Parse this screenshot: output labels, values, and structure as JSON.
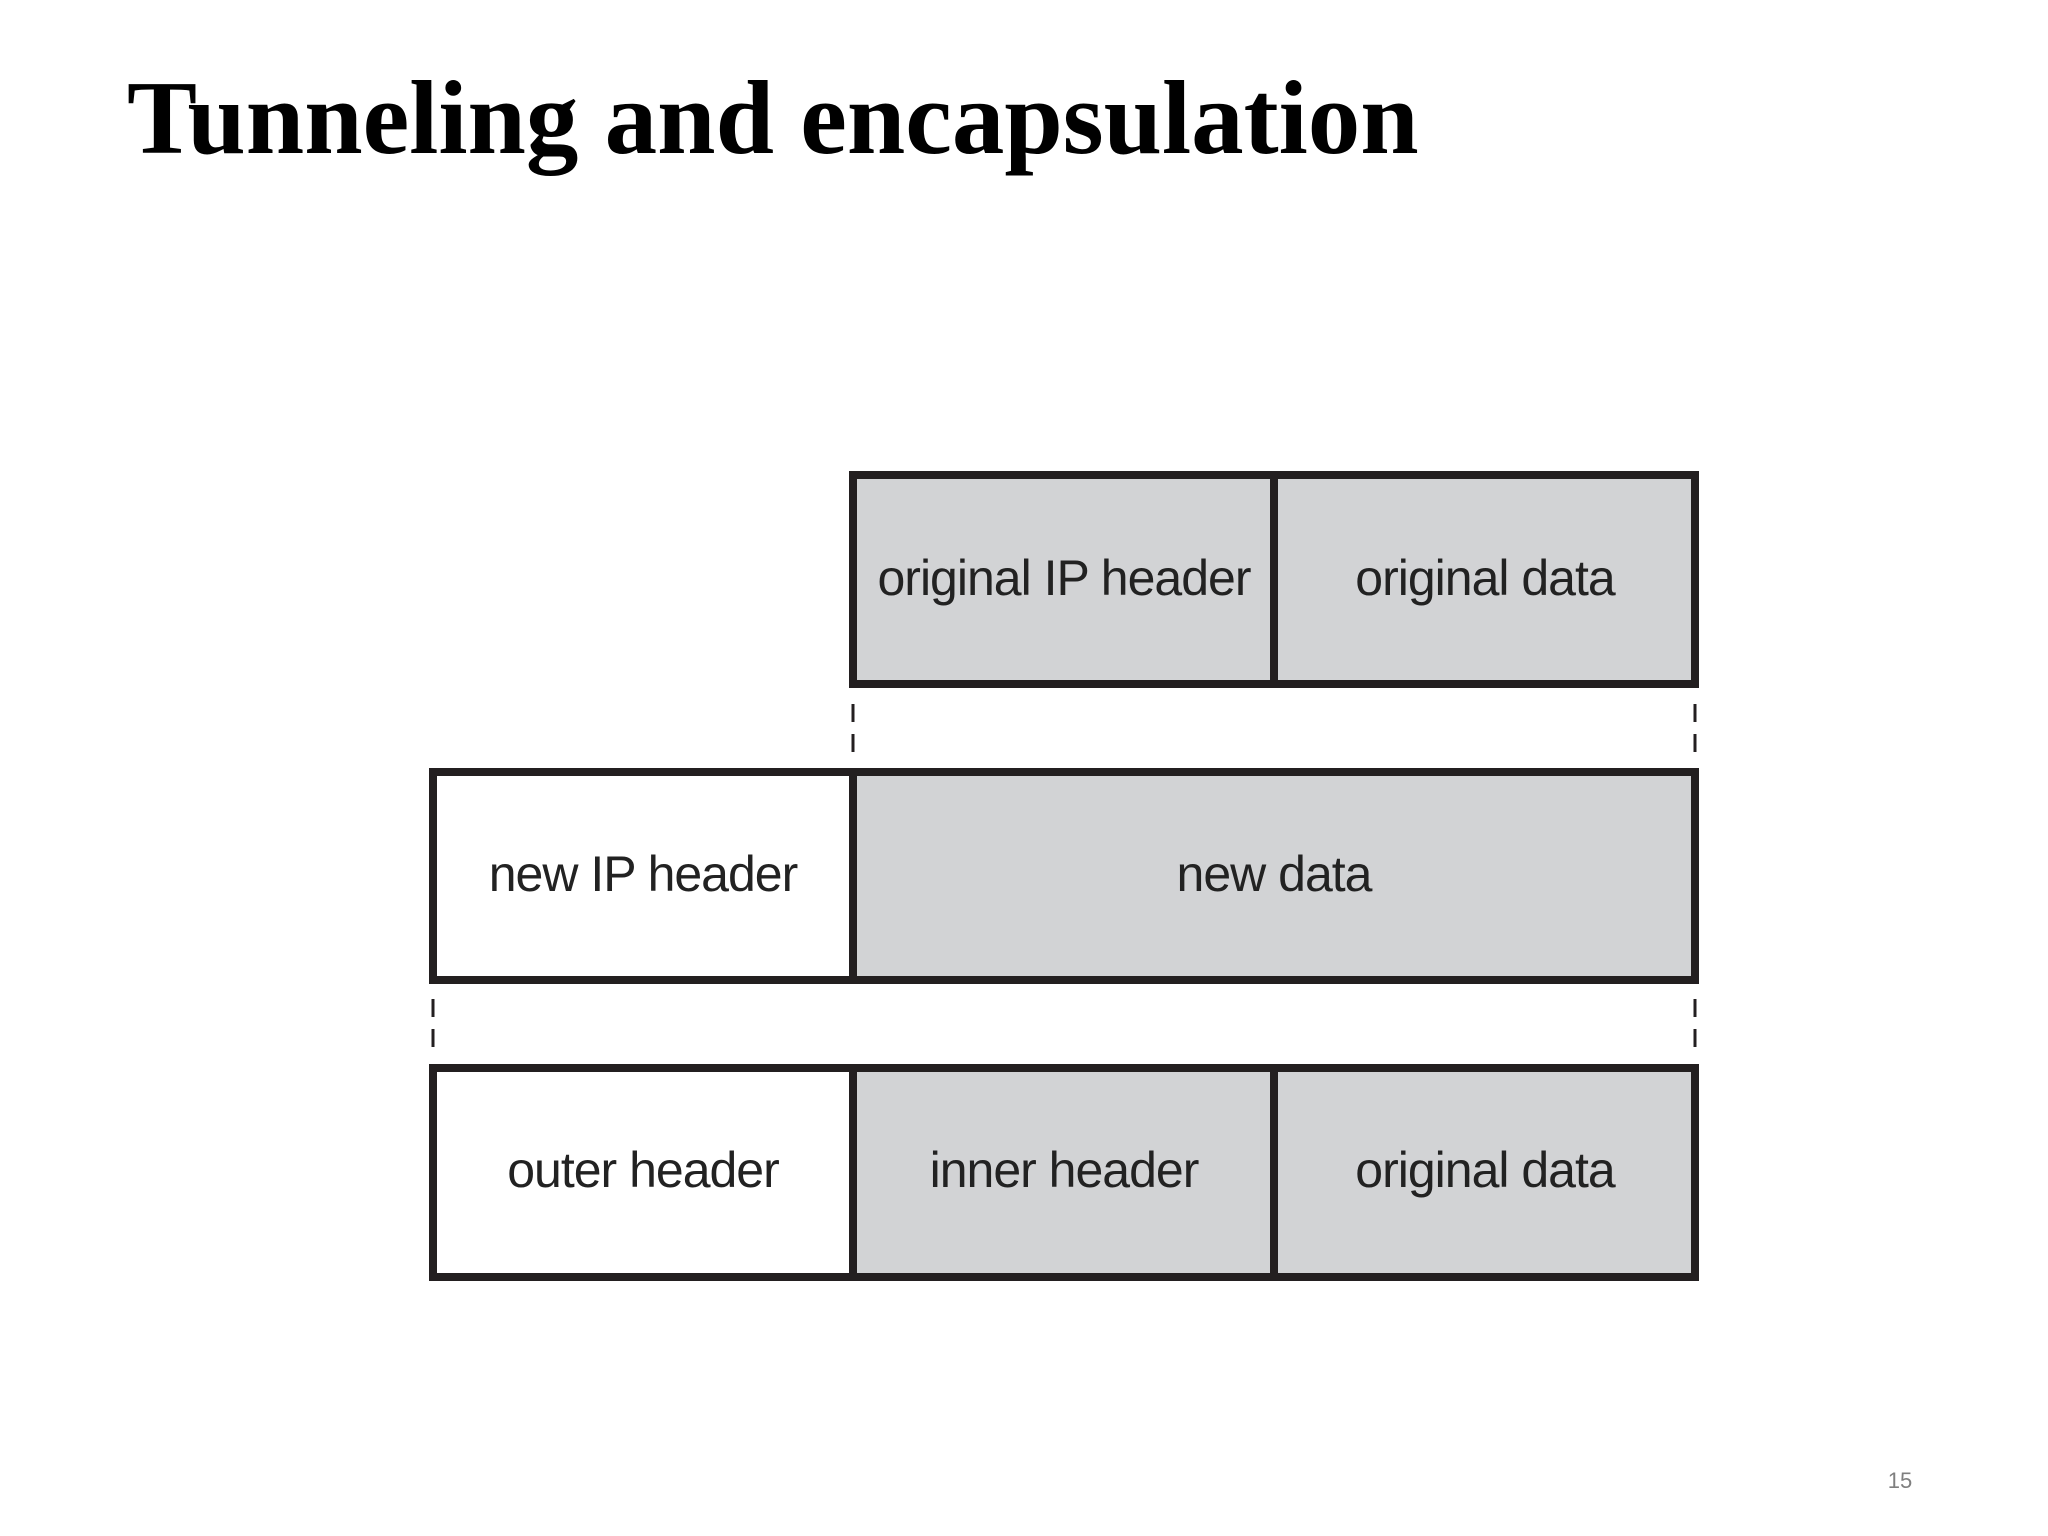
{
  "slide": {
    "title": "Tunneling and encapsulation",
    "page_number": "15"
  },
  "diagram": {
    "colors": {
      "shaded_fill": "#d2d3d5",
      "plain_fill": "#ffffff",
      "border": "#231f20",
      "text": "#222222"
    },
    "rows": [
      {
        "name": "original-packet",
        "cells": [
          {
            "label": "original IP header",
            "shaded": true
          },
          {
            "label": "original data",
            "shaded": true
          }
        ]
      },
      {
        "name": "encapsulated-packet",
        "cells": [
          {
            "label": "new IP header",
            "shaded": false
          },
          {
            "label": "new data",
            "shaded": true
          }
        ]
      },
      {
        "name": "tunneled-packet",
        "cells": [
          {
            "label": "outer header",
            "shaded": false
          },
          {
            "label": "inner header",
            "shaded": true
          },
          {
            "label": "original data",
            "shaded": true
          }
        ]
      }
    ]
  }
}
